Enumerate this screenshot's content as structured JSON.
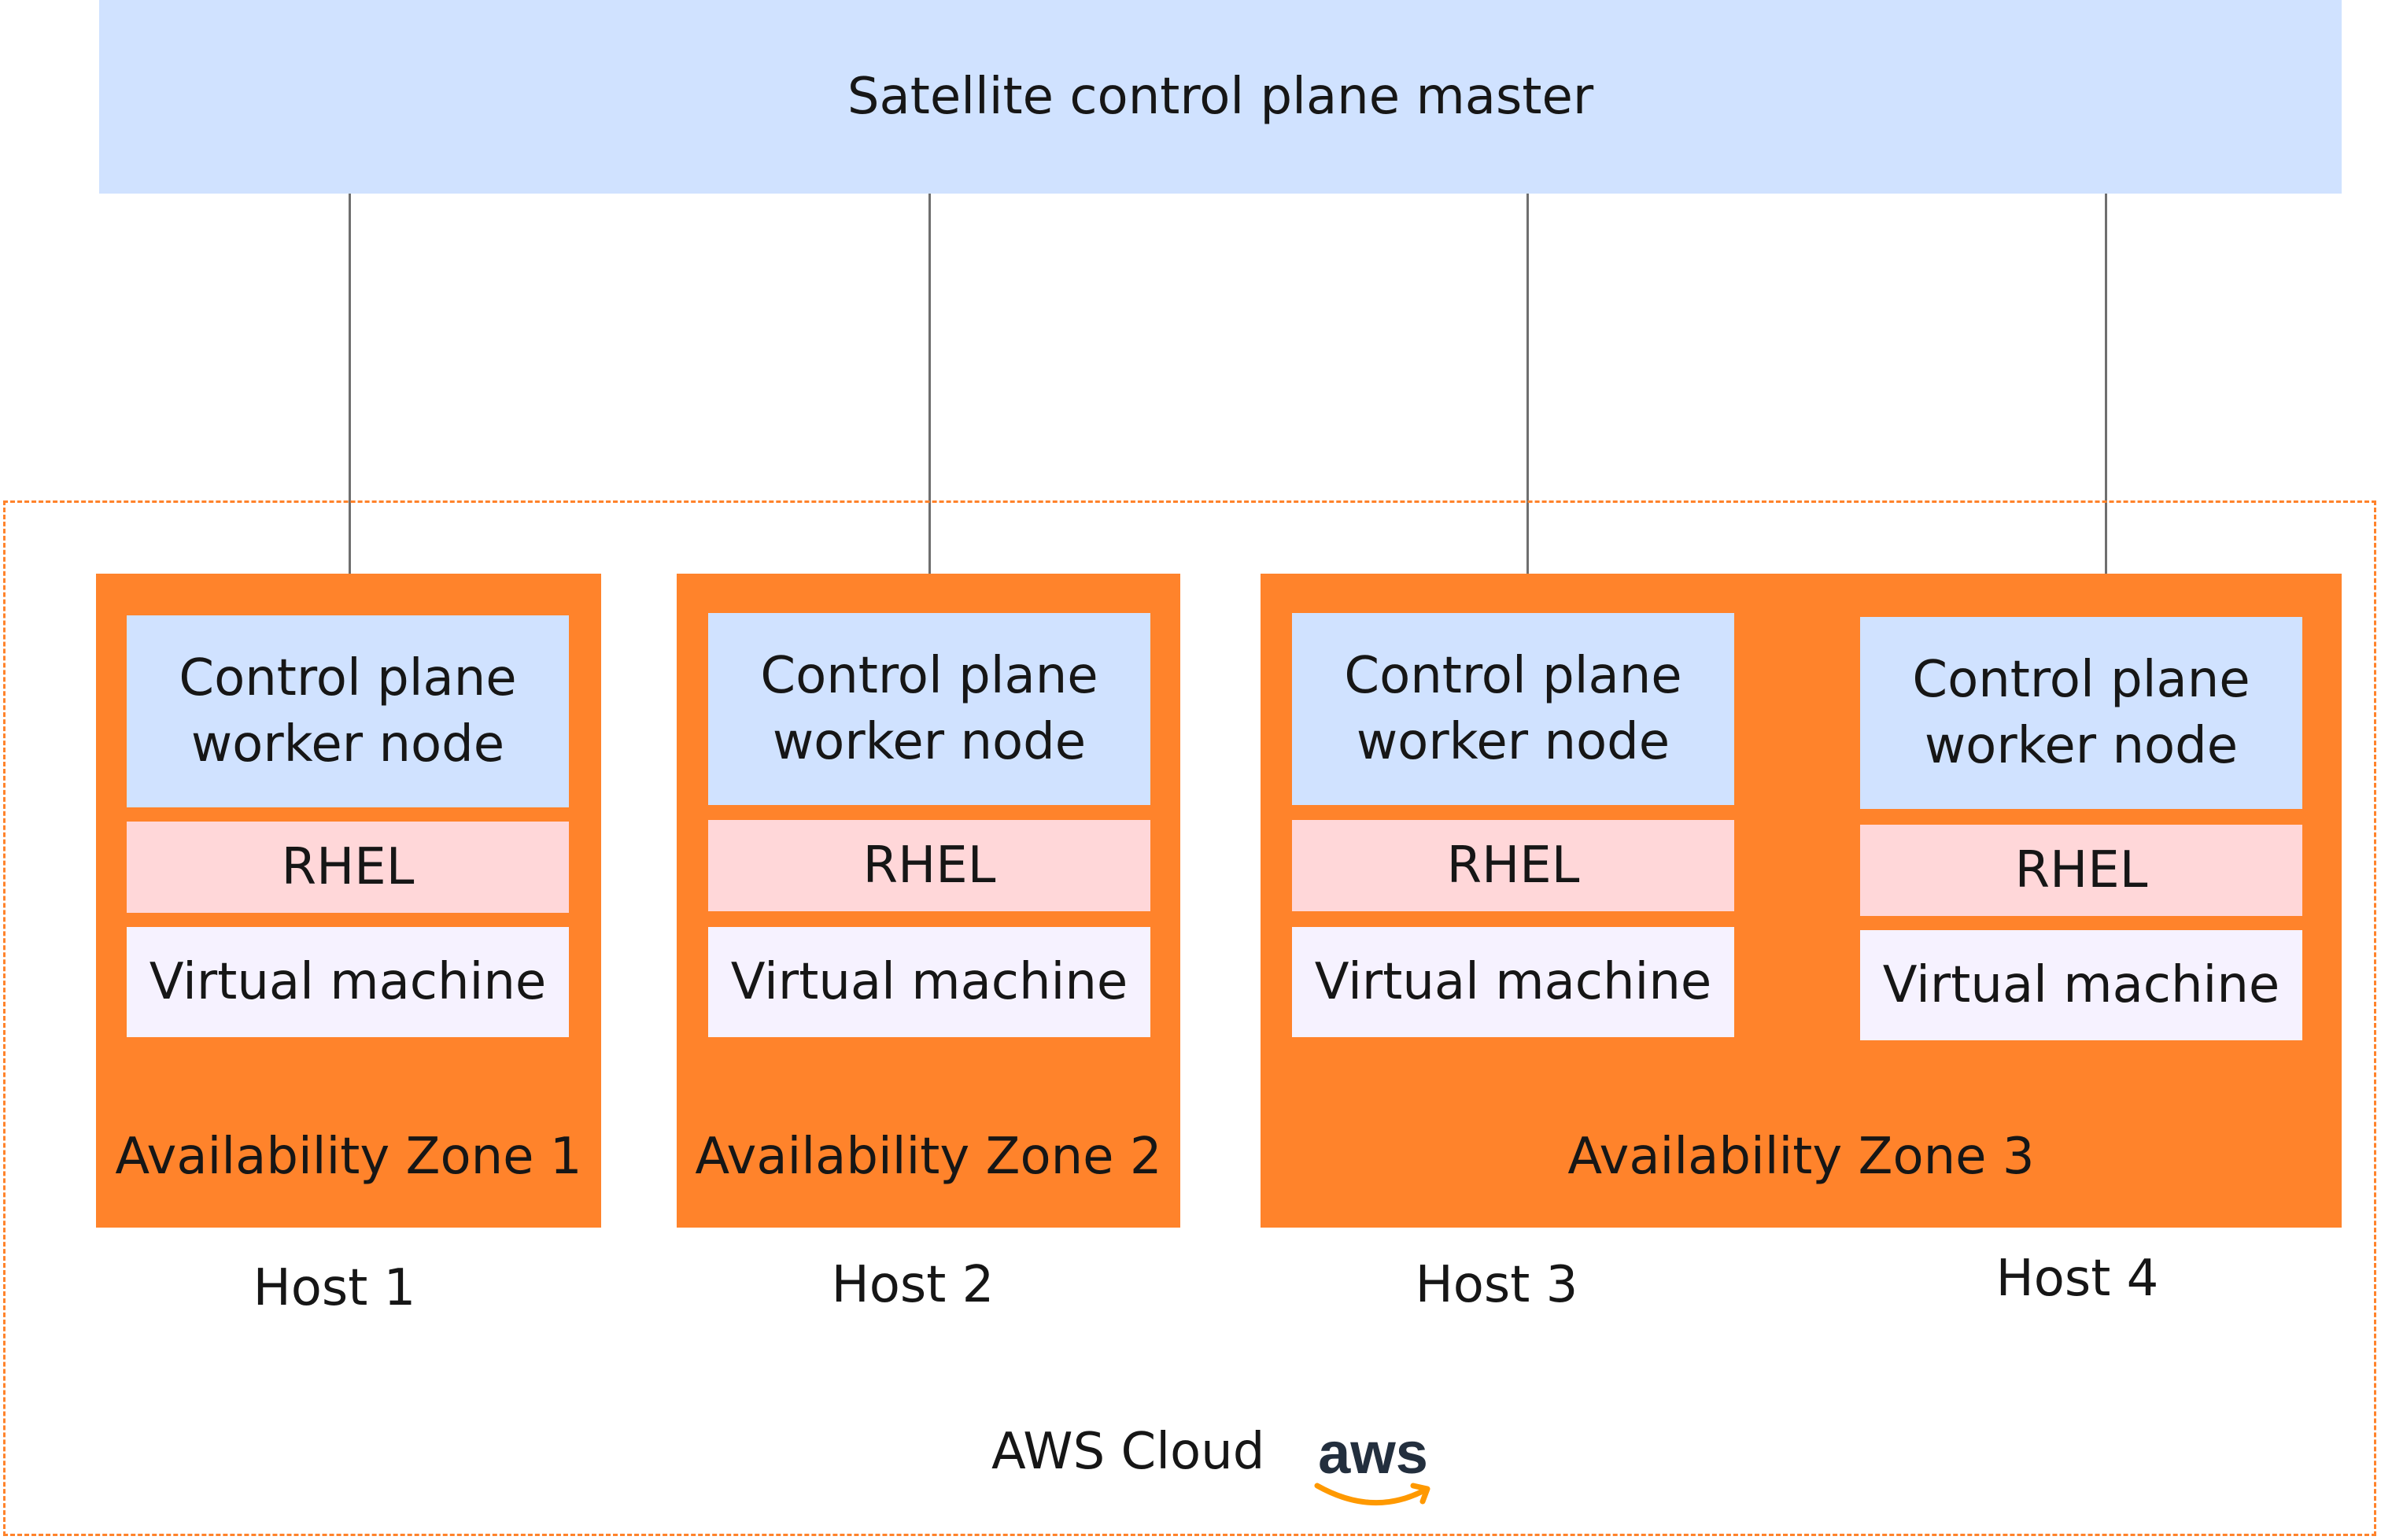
{
  "master": {
    "label": "Satellite control plane master",
    "color": "#d0e2ff"
  },
  "zones": [
    {
      "label": "Availability Zone 1"
    },
    {
      "label": "Availability Zone 2"
    },
    {
      "label": "Availability Zone 3"
    }
  ],
  "nodes": [
    {
      "cp_line1": "Control plane",
      "cp_line2": "worker node",
      "os": "RHEL",
      "vm": "Virtual machine",
      "host": "Host 1"
    },
    {
      "cp_line1": "Control plane",
      "cp_line2": "worker node",
      "os": "RHEL",
      "vm": "Virtual machine",
      "host": "Host 2"
    },
    {
      "cp_line1": "Control plane",
      "cp_line2": "worker node",
      "os": "RHEL",
      "vm": "Virtual machine",
      "host": "Host 3"
    },
    {
      "cp_line1": "Control plane",
      "cp_line2": "worker node",
      "os": "RHEL",
      "vm": "Virtual machine",
      "host": "Host 4"
    }
  ],
  "cloud": {
    "label": "AWS Cloud",
    "logo_text": "aws",
    "logo_icon": "aws-logo-icon"
  },
  "colors": {
    "zone": "#ff832b",
    "control_plane": "#d0e2ff",
    "rhel": "#ffd7d9",
    "vm": "#f6f2ff",
    "connector": "#6f6f6f"
  }
}
